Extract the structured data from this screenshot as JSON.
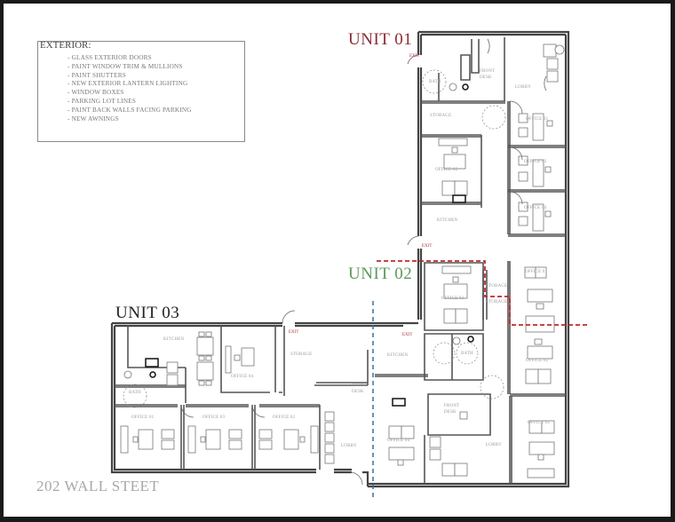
{
  "notes": {
    "heading": "EXTERIOR:",
    "items": [
      "- GLASS EXTERIOR DOORS",
      "- PAINT WINDOW TRIM & MULLIONS",
      "- PAINT SHUTTERS",
      "- NEW EXTERIOR LANTERN LIGHTING",
      "- WINDOW BOXES",
      "- PARKING LOT LINES",
      "- PAINT BACK WALLS FACING PARKING",
      "- NEW AWNINGS"
    ]
  },
  "units": {
    "unit01": {
      "label": "UNIT 01",
      "color": "#8b2a35"
    },
    "unit02": {
      "label": "UNIT 02",
      "color": "#5a9a5a"
    },
    "unit03": {
      "label": "UNIT 03",
      "color": "#222222"
    }
  },
  "divider_colors": {
    "unit01_unit02": "#c0282d",
    "unit02_unit03": "#3a6ea5"
  },
  "address": "202 WALL STEET",
  "rooms": {
    "u1_front_desk": "FRONT\nDESK",
    "u1_front": "FRONT",
    "u1_desk": "DESK",
    "u1_lobby": "LOBBY",
    "u1_bath": "BATH",
    "u1_storage": "STORAGE",
    "u1_office_a": "OFFICE 01",
    "u1_office_b": "OFFICE 02",
    "u1_office_c": "OFFICE 03",
    "u1_office_d": "OFFICE 04",
    "u1_kitchen": "KITCHEN",
    "u1_exit_top": "EXIT",
    "u1_exit_bottom": "EXIT",
    "u2_storage_a": "STORAGE",
    "u2_storage_b": "STORAGE",
    "u2_office_a": "OFFICE 01",
    "u2_office_b": "OFFICE 02",
    "u2_office_c": "OFFICE 03",
    "u2_office_d": "OFFICE 04",
    "u2_office_e": "OFFICE 05",
    "u2_kitchen": "KITCHEN",
    "u2_bath": "BATH",
    "u2_front": "FRONT",
    "u2_desk": "DESK",
    "u2_lobby": "LOBBY",
    "u2_exit": "EXIT",
    "u3_kitchen": "KITCHEN",
    "u3_bath": "BATH",
    "u3_office_a": "OFFICE 01",
    "u3_office_b": "OFFICE 02",
    "u3_office_c": "OFFICE 03",
    "u3_office_d": "OFFICE 04",
    "u3_storage": "STORAGE",
    "u3_front": "FRONT",
    "u3_desk": "DESK",
    "u3_lobby": "LOBBY",
    "u3_exit": "EXIT"
  }
}
